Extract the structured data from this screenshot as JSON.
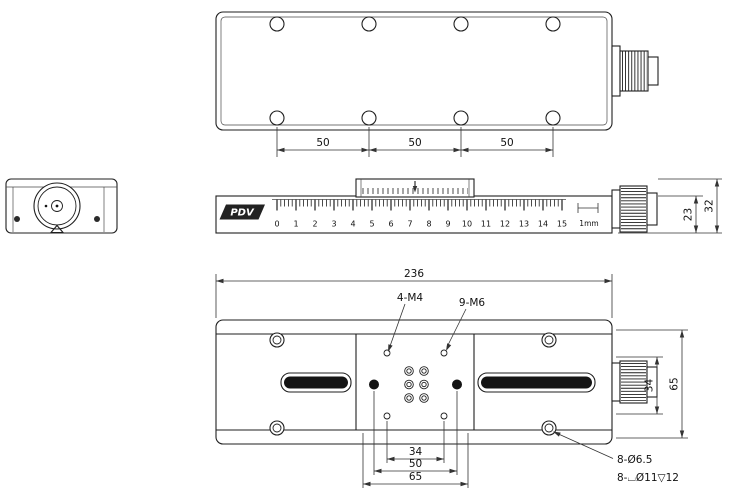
{
  "drawing": {
    "top_view": {
      "dims": {
        "pitch_1": "50",
        "pitch_2": "50",
        "pitch_3": "50"
      }
    },
    "side_view": {
      "logo": "PDV",
      "ruler": [
        "0",
        "1",
        "2",
        "3",
        "4",
        "5",
        "6",
        "7",
        "8",
        "9",
        "10",
        "11",
        "12",
        "13",
        "14",
        "15"
      ],
      "scale_note": "1mm",
      "dims": {
        "body_height": "23",
        "overall_height": "32"
      }
    },
    "bottom_view": {
      "dims": {
        "overall_length": "236",
        "m4_pitch": "34",
        "m6_pitch": "50",
        "outer_pitch": "65",
        "side_pitch": "34",
        "platform_width": "65"
      },
      "labels": {
        "m4": "4-M4",
        "m6": "9-M6"
      },
      "notes": {
        "through_holes": "8-Ø6.5",
        "counterbore": "8-⌴Ø11▽12"
      }
    }
  }
}
